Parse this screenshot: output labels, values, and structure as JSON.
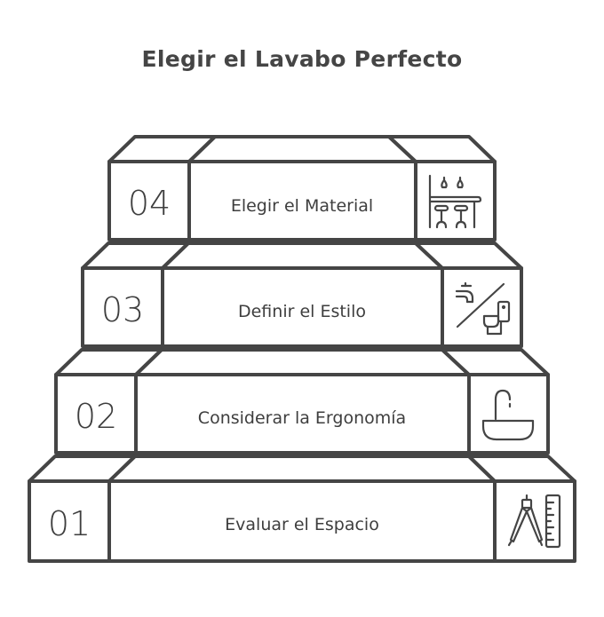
{
  "title": "Elegir el Lavabo Perfecto",
  "colors": {
    "stroke": "#454545",
    "text": "#3e3e3e",
    "background": "#ffffff"
  },
  "steps": [
    {
      "number": "01",
      "label": "Evaluar el Espacio",
      "icon": "compass-ruler-icon"
    },
    {
      "number": "02",
      "label": "Considerar la Ergonomía",
      "icon": "sink-faucet-icon"
    },
    {
      "number": "03",
      "label": "Definir el Estilo",
      "icon": "faucet-toilet-icon"
    },
    {
      "number": "04",
      "label": "Elegir el Material",
      "icon": "bar-counter-stools-icon"
    }
  ]
}
